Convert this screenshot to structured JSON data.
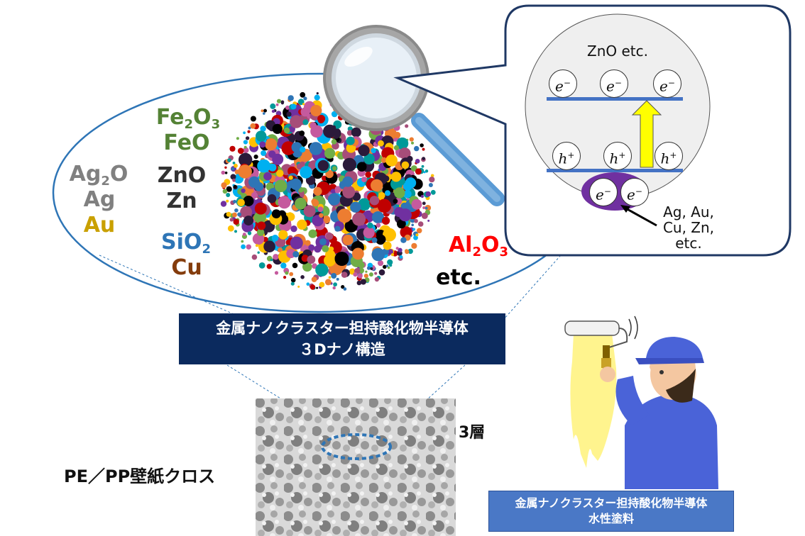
{
  "cluster_labels": {
    "fe2o3": {
      "main": "Fe",
      "sub1": "2",
      "mid": "O",
      "sub2": "3",
      "color": "#548235"
    },
    "feo": {
      "text": "FeO",
      "color": "#548235"
    },
    "ag2o": {
      "main": "Ag",
      "sub": "2",
      "end": "O",
      "color": "#808080"
    },
    "ag": {
      "text": "Ag",
      "color": "#808080"
    },
    "au": {
      "text": "Au",
      "color": "#c9a000"
    },
    "zno": {
      "text": "ZnO",
      "color": "#333333"
    },
    "zn": {
      "text": "Zn",
      "color": "#333333"
    },
    "sio2": {
      "main": "SiO",
      "sub": "2",
      "color": "#2e75b6"
    },
    "cu": {
      "text": "Cu",
      "color": "#843c0c"
    },
    "al2o3": {
      "main": "Al",
      "sub1": "2",
      "mid": "O",
      "sub2": "3",
      "color": "#ff0000"
    },
    "etc": {
      "text": "etc.",
      "color": "#000000"
    }
  },
  "callout": {
    "title": "ZnO etc.",
    "electron_symbol": "e",
    "electron_sign": "−",
    "hole_symbol": "h",
    "hole_sign": "+",
    "metal_label_1": "Ag, Au,",
    "metal_label_2": "Cu, Zn,",
    "metal_label_3": "etc."
  },
  "structure_box": {
    "line1": "金属ナノクラスター担持酸化物半導体",
    "line2": "３Dナノ構造"
  },
  "layer_label": "3層",
  "wallpaper_label": "PE／PP壁紙クロス",
  "paint_box": {
    "line1": "金属ナノクラスター担持酸化物半導体",
    "line2": "水性塗料"
  },
  "colors": {
    "ellipse_stroke": "#2e75b6",
    "callout_stroke": "#1f3864",
    "band": "#4472c4",
    "arrow_fill": "#ffff00",
    "metal_cluster": "#7030a0",
    "navy": "#0b2a5e",
    "paint_blue": "#4a78c6"
  },
  "icons": [
    "magnifier-icon",
    "painter-icon",
    "paint-roller-icon"
  ]
}
